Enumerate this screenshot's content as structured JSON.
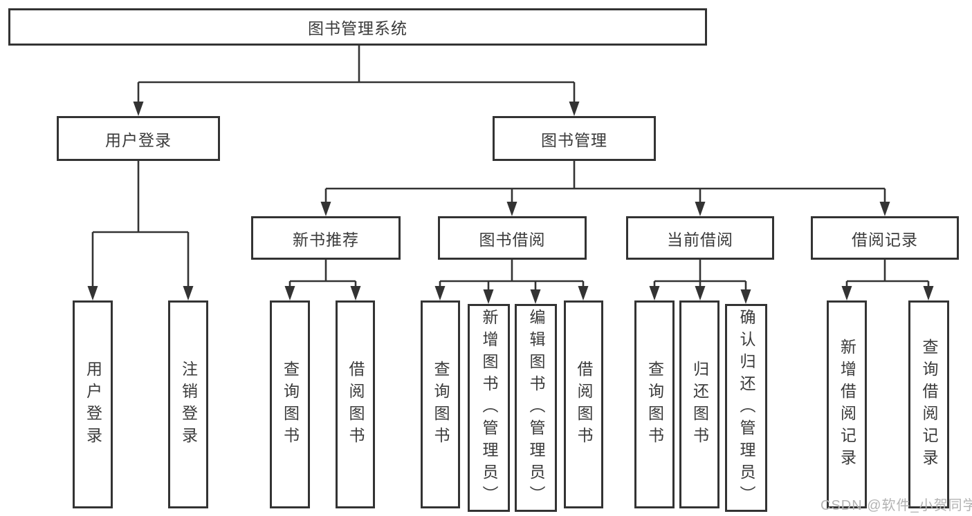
{
  "diagram": {
    "root_label": "图书管理系统",
    "branches": [
      {
        "label": "用户登录",
        "children": [
          {
            "label": "用户登录"
          },
          {
            "label": "注销登录"
          }
        ]
      },
      {
        "label": "图书管理",
        "children": [
          {
            "label": "新书推荐",
            "children": [
              {
                "label": "查询图书"
              },
              {
                "label": "借阅图书"
              }
            ]
          },
          {
            "label": "图书借阅",
            "children": [
              {
                "label": "查询图书"
              },
              {
                "label": "新增图书（管理员）"
              },
              {
                "label": "编辑图书（管理员）"
              },
              {
                "label": "借阅图书"
              }
            ]
          },
          {
            "label": "当前借阅",
            "children": [
              {
                "label": "查询图书"
              },
              {
                "label": "归还图书"
              },
              {
                "label": "确认归还（管理员）"
              }
            ]
          },
          {
            "label": "借阅记录",
            "children": [
              {
                "label": "新增借阅记录"
              },
              {
                "label": "查询借阅记录"
              }
            ]
          }
        ]
      }
    ],
    "colors": {
      "line": "#333333",
      "box_border": "#333333",
      "box_background": "#ffffff",
      "text": "#3a3a3a",
      "watermark": "#b3b3b3"
    }
  },
  "watermark": {
    "text": "CSDN @软件_小贺同学"
  }
}
